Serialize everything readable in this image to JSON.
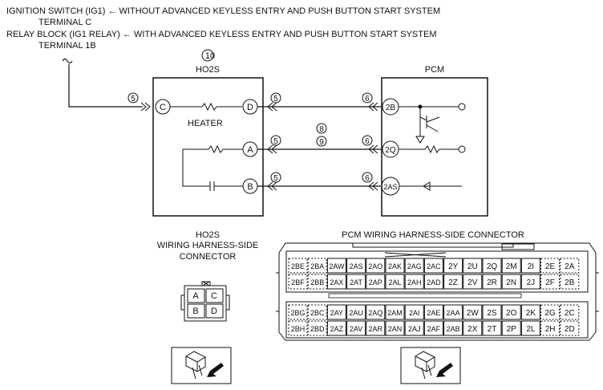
{
  "power_notes": {
    "line1": "IGNITION SWITCH (IG1) ← WITHOUT ADVANCED KEYLESS ENTRY AND PUSH BUTTON START SYSTEM",
    "line2": "TERMINAL C",
    "line3": "RELAY BLOCK (IG1 RELAY) ← WITH ADVANCED KEYLESS ENTRY AND PUSH BUTTON START SYSTEM",
    "line4": "TERMINAL 1B"
  },
  "ho2s": {
    "ref_number": "10",
    "title": "HO2S",
    "heater_label": "HEATER",
    "terminals": [
      "C",
      "D",
      "A",
      "B"
    ]
  },
  "pcm": {
    "title": "PCM",
    "terminals": [
      "2B",
      "2Q",
      "2AS"
    ]
  },
  "wire_refs": {
    "c": "5",
    "d": "5",
    "a": "5",
    "b": "5",
    "p2b": "6",
    "p2q": "6",
    "p2as": "6",
    "mid1": "8",
    "mid2": "9"
  },
  "ho2s_connector": {
    "title_lines": [
      "HO2S",
      "WIRING HARNESS-SIDE",
      "CONNECTOR"
    ],
    "pins": [
      "A",
      "C",
      "B",
      "D"
    ]
  },
  "pcm_connector": {
    "title": "PCM WIRING HARNESS-SIDE CONNECTOR",
    "row1": [
      "2BE",
      "2BA",
      "2AW",
      "2AS",
      "2AO",
      "2AK",
      "2AG",
      "2AC",
      "2Y",
      "2U",
      "2Q",
      "2M",
      "2I",
      "2E",
      "2A"
    ],
    "row2": [
      "2BF",
      "2BB",
      "2AX",
      "2AT",
      "2AP",
      "2AL",
      "2AH",
      "2AD",
      "2Z",
      "2V",
      "2R",
      "2N",
      "2J",
      "2F",
      "2B"
    ],
    "row3": [
      "2BG",
      "2BC",
      "2AY",
      "2AU",
      "2AQ",
      "2AM",
      "2AI",
      "2AE",
      "2AA",
      "2W",
      "2S",
      "2O",
      "2K",
      "2G",
      "2C"
    ],
    "row4": [
      "2BH",
      "2BD",
      "2AZ",
      "2AV",
      "2AR",
      "2AN",
      "2AJ",
      "2AF",
      "2AB",
      "2X",
      "2T",
      "2P",
      "2L",
      "2H",
      "2D"
    ]
  }
}
